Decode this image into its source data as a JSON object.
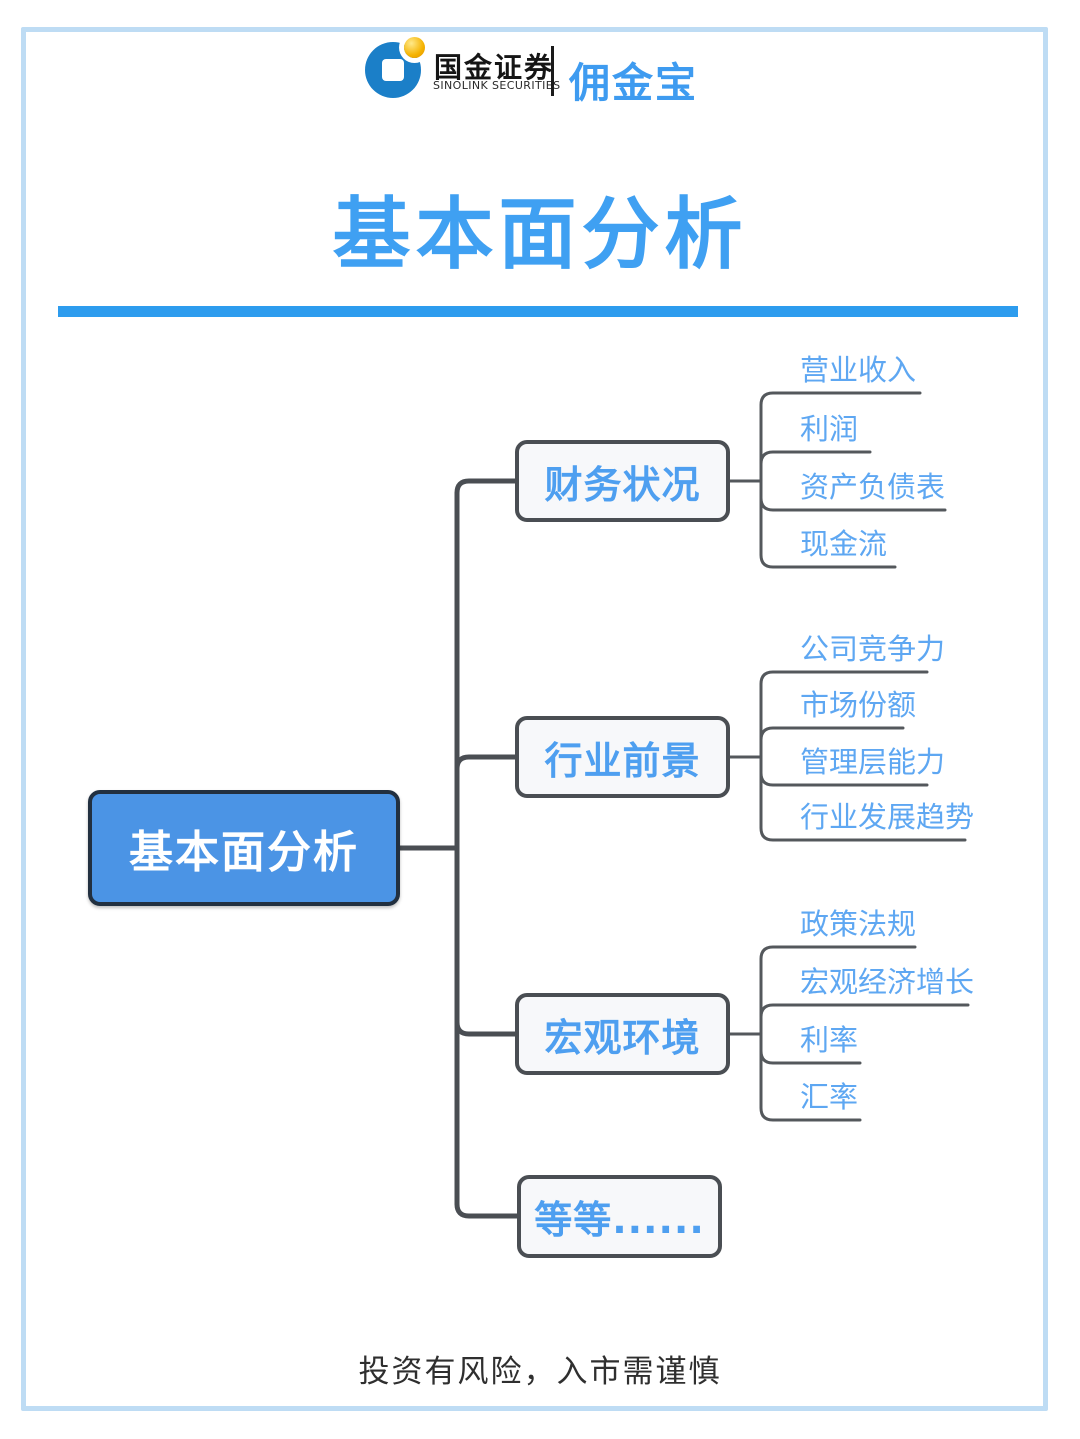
{
  "header": {
    "brand_cn": "国金证券",
    "brand_en": "SINOLINK SECURITIES",
    "product": "佣金宝"
  },
  "title": "基本面分析",
  "mindmap": {
    "root": {
      "label": "基本面分析"
    },
    "branches": [
      {
        "label": "财务状况",
        "children": [
          "营业收入",
          "利润",
          "资产负债表",
          "现金流"
        ]
      },
      {
        "label": "行业前景",
        "children": [
          "公司竞争力",
          "市场份额",
          "管理层能力",
          "行业发展趋势"
        ]
      },
      {
        "label": "宏观环境",
        "children": [
          "政策法规",
          "宏观经济增长",
          "利率",
          "汇率"
        ]
      },
      {
        "label": "等等......",
        "children": []
      }
    ]
  },
  "footer": {
    "disclaimer": "投资有风险，入市需谨慎"
  },
  "colors": {
    "accent_blue": "#2D9CEE",
    "title_blue": "#3FA0F2",
    "root_fill": "#4B94E5",
    "root_border": "#223040",
    "branch_text": "#4E9FF0",
    "leaf_text": "#5EA7F2",
    "line_dark": "#4A4E53",
    "frame_blue": "#BEDCF4",
    "logo_blue": "#1B7FC8",
    "logo_gold": "#F5B301"
  }
}
